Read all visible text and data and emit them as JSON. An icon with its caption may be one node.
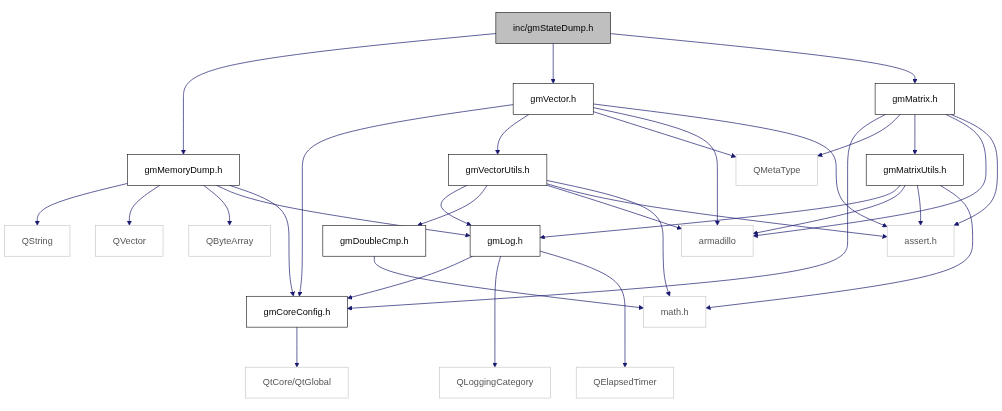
{
  "diagram": {
    "nodes": [
      {
        "text": [
          "inc/gmStateDump.h"
        ]
      },
      {
        "text": [
          "gmVector.h"
        ]
      },
      {
        "text": [
          "gmMatrix.h"
        ]
      },
      {
        "text": [
          "gmMemoryDump.h"
        ]
      },
      {
        "text": [
          "gmVectorUtils.h"
        ]
      },
      {
        "text": [
          "QMetaType"
        ]
      },
      {
        "text": [
          "gmMatrixUtils.h"
        ]
      },
      {
        "text": [
          "QString"
        ]
      },
      {
        "text": [
          "QVector"
        ]
      },
      {
        "text": [
          "QByteArray"
        ]
      },
      {
        "text": [
          "gmLog.h"
        ]
      },
      {
        "text": [
          "armadillo"
        ]
      },
      {
        "text": [
          "assert.h"
        ]
      },
      {
        "text": [
          "gmDoubleCmp.h"
        ]
      },
      {
        "text": [
          "gmCoreConfig.h"
        ]
      },
      {
        "text": [
          "QLoggingCategory"
        ]
      },
      {
        "text": [
          "QElapsedTimer"
        ]
      },
      {
        "text": [
          "math.h"
        ]
      },
      {
        "text": [
          "QtCore/QtGlobal"
        ]
      }
    ],
    "edges": [
      {
        "from": 0,
        "to": 3,
        "arrow": "to"
      },
      {
        "from": 0,
        "to": 1,
        "arrow": "to"
      },
      {
        "from": 0,
        "to": 2,
        "arrow": "to"
      },
      {
        "from": 1,
        "to": 14,
        "arrow": "to"
      },
      {
        "from": 1,
        "to": 4,
        "arrow": "to"
      },
      {
        "from": 1,
        "to": 5,
        "arrow": "to"
      },
      {
        "from": 1,
        "to": 11,
        "arrow": "to"
      },
      {
        "from": 1,
        "to": 12,
        "arrow": "to"
      },
      {
        "from": 2,
        "to": 14,
        "arrow": "to"
      },
      {
        "from": 2,
        "to": 5,
        "arrow": "to"
      },
      {
        "from": 2,
        "to": 6,
        "arrow": "to"
      },
      {
        "from": 2,
        "to": 11,
        "arrow": "to"
      },
      {
        "from": 2,
        "to": 12,
        "arrow": "to"
      },
      {
        "from": 3,
        "to": 7,
        "arrow": "to"
      },
      {
        "from": 3,
        "to": 8,
        "arrow": "to"
      },
      {
        "from": 3,
        "to": 9,
        "arrow": "to"
      },
      {
        "from": 3,
        "to": 10,
        "arrow": "to"
      },
      {
        "from": 3,
        "to": 14,
        "arrow": "to"
      },
      {
        "from": 4,
        "to": 10,
        "arrow": "to"
      },
      {
        "from": 4,
        "to": 13,
        "arrow": "to"
      },
      {
        "from": 4,
        "to": 11,
        "arrow": "to"
      },
      {
        "from": 4,
        "to": 12,
        "arrow": "to"
      },
      {
        "from": 4,
        "to": 17,
        "arrow": "to"
      },
      {
        "from": 6,
        "to": 10,
        "arrow": "to"
      },
      {
        "from": 6,
        "to": 11,
        "arrow": "to"
      },
      {
        "from": 6,
        "to": 12,
        "arrow": "to"
      },
      {
        "from": 6,
        "to": 17,
        "arrow": "to"
      },
      {
        "from": 10,
        "to": 14,
        "arrow": "to"
      },
      {
        "from": 10,
        "to": 15,
        "arrow": "to"
      },
      {
        "from": 10,
        "to": 16,
        "arrow": "to"
      },
      {
        "from": 13,
        "to": 17,
        "arrow": "to"
      },
      {
        "from": 14,
        "to": 18,
        "arrow": "to"
      }
    ]
  }
}
